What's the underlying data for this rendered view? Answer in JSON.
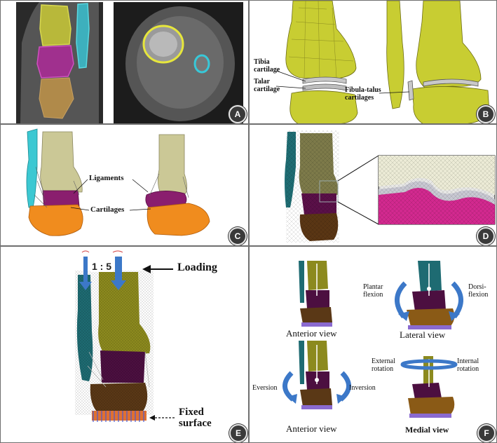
{
  "figure": {
    "panels": {
      "A": {
        "badge": "A"
      },
      "B": {
        "badge": "B",
        "tibia_cartilage": [
          "Tibia",
          "cartilage"
        ],
        "talar_cartilage": [
          "Talar",
          "cartilage"
        ],
        "fibula_talus": [
          "Fibula-talus",
          "cartilages"
        ]
      },
      "C": {
        "badge": "C",
        "ligaments": "Ligaments",
        "cartilages": "Cartilages"
      },
      "D": {
        "badge": "D"
      },
      "E": {
        "badge": "E",
        "ratio": "1 : 5",
        "loading": "Loading",
        "fixed": [
          "Fixed",
          "surface"
        ]
      },
      "F": {
        "badge": "F",
        "anterior_view_1": "Anterior view",
        "lateral_view": "Lateral view",
        "anterior_view_2": "Anterior view",
        "medial_view": "Medial view",
        "plantar": [
          "Plantar",
          "flexion"
        ],
        "dorsi": [
          "Dorsi-",
          "flexion"
        ],
        "eversion": "Eversion",
        "inversion": "Inversion",
        "external": [
          "External",
          "rotation"
        ],
        "internal": [
          "Internal",
          "rotation"
        ]
      }
    },
    "colors": {
      "tibia": "#c8cd32",
      "fibula": "#3cc8d2",
      "talus": "#b4289b",
      "calcaneus": "#e0961e",
      "bone_pale": "#cbc896",
      "arrow_blue": "#3c78c8"
    }
  }
}
